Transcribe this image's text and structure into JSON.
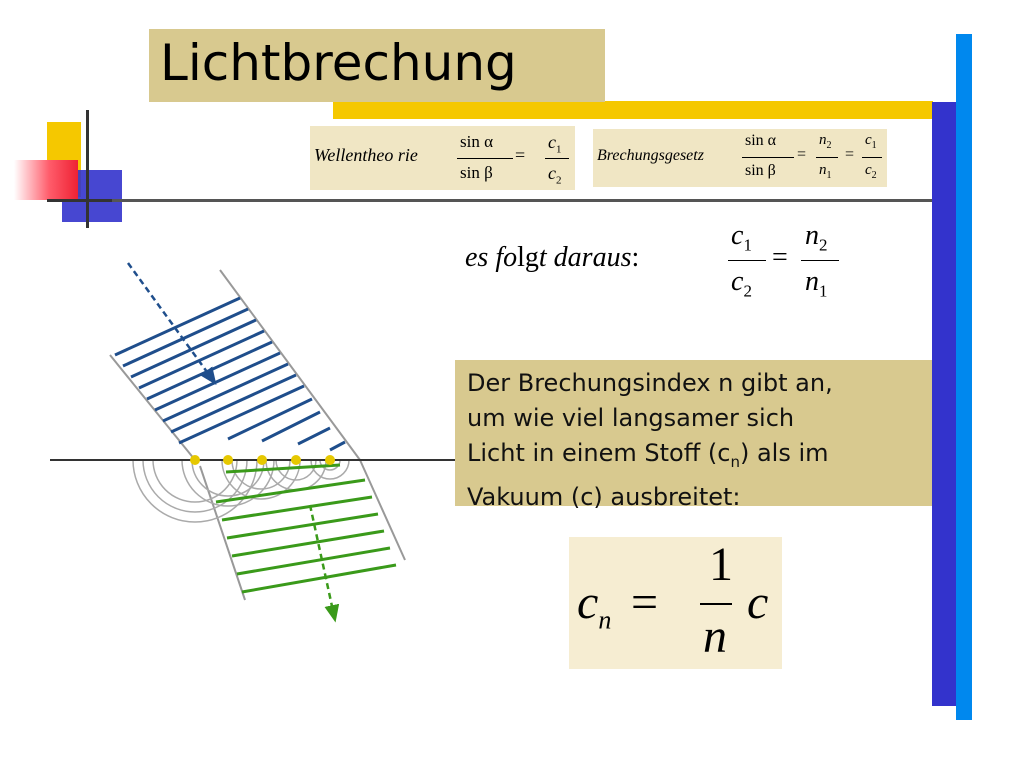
{
  "slide": {
    "title": "Lichtbrechung",
    "wellentheorie": {
      "label": "Wellentheo rie",
      "lhs_num": "sin α",
      "lhs_den": "sin β",
      "eq": "=",
      "rhs_num": "c",
      "rhs_num_sub": "1",
      "rhs_den": "c",
      "rhs_den_sub": "2"
    },
    "brechungsgesetz": {
      "label": "Brechungsgesetz",
      "lhs_num": "sin α",
      "lhs_den": "sin β",
      "eq": "=",
      "mid_num": "n",
      "mid_num_sub": "2",
      "mid_den": "n",
      "mid_den_sub": "1",
      "eq2": "=",
      "rhs_num": "c",
      "rhs_num_sub": "1",
      "rhs_den": "c",
      "rhs_den_sub": "2"
    },
    "folgt": {
      "text_a": "es  fo",
      "text_lg": "lg",
      "text_b": "t  daraus",
      "colon": ":",
      "lhs_num": "c",
      "lhs_num_sub": "1",
      "lhs_den": "c",
      "lhs_den_sub": "2",
      "eq": "=",
      "rhs_num": "n",
      "rhs_num_sub": "2",
      "rhs_den": "n",
      "rhs_den_sub": "1"
    },
    "note": {
      "line1": "Der Brechungsindex n gibt an,",
      "line2": "um wie viel langsamer sich",
      "line3_a": "Licht in einem Stoff (c",
      "line3_sub": "n",
      "line3_b": ") als im",
      "line4": "Vakuum (c) ausbreitet:"
    },
    "cn_formula": {
      "lhs": "c",
      "lhs_sub": "n",
      "eq": "=",
      "num": "1",
      "den": "n",
      "rhs": "c"
    }
  },
  "colors": {
    "title_box": "#d8c98f",
    "accent_yellow": "#f5c800",
    "accent_blue": "#3333cc",
    "accent_cyan": "#0088ee",
    "wave_blue": "#1f4e8c",
    "wave_green": "#3a9a1a",
    "huygens_dot": "#e6c800"
  }
}
